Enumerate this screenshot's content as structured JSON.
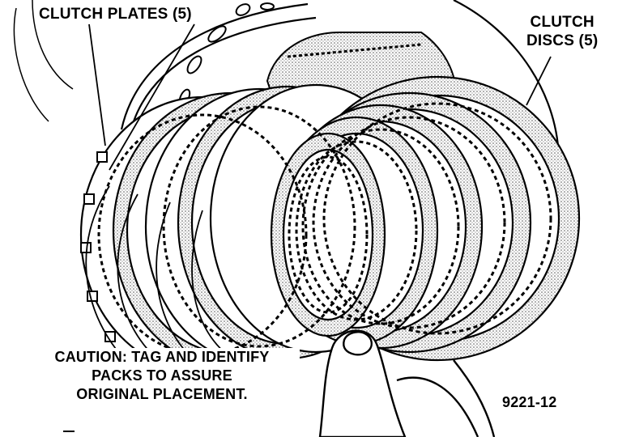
{
  "labels": {
    "clutch_plates": "CLUTCH PLATES (5)",
    "clutch_discs_line1": "CLUTCH",
    "clutch_discs_line2": "DISCS (5)",
    "caution_line1": "CAUTION: TAG AND IDENTIFY",
    "caution_line2": "PACKS TO ASSURE",
    "caution_line3": "ORIGINAL PLACEMENT.",
    "figure_number": "9221-12"
  },
  "colors": {
    "ink": "#000000",
    "paper": "#ffffff",
    "stipple": "#8a8a8a"
  }
}
